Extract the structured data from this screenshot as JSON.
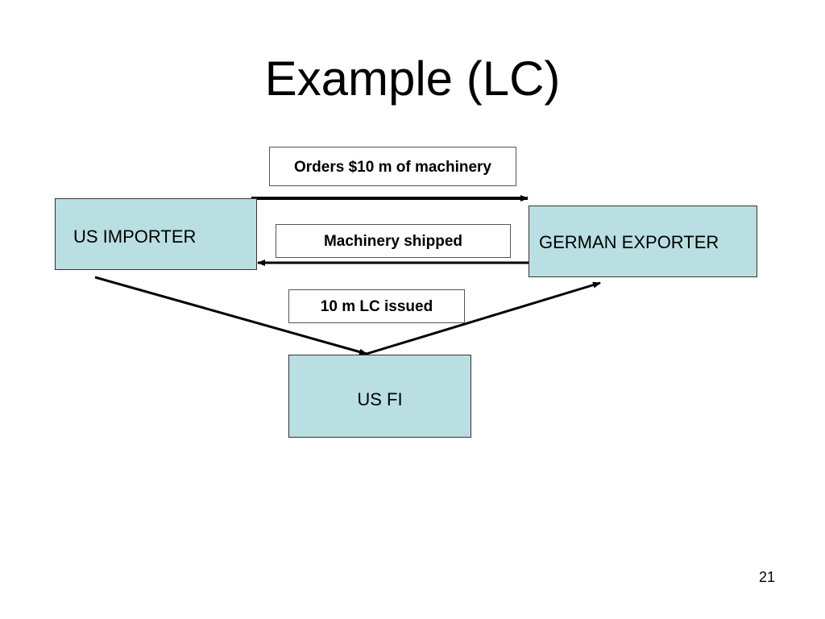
{
  "slide": {
    "title": "Example (LC)",
    "page_number": "21"
  },
  "diagram": {
    "nodes": {
      "importer": "US IMPORTER",
      "exporter": "GERMAN EXPORTER",
      "fi": "US FI"
    },
    "edges": {
      "orders": "Orders $10 m of machinery",
      "shipped": "Machinery shipped",
      "lc_issued": "10 m LC issued"
    },
    "colors": {
      "node_fill": "#b9dfe3",
      "arrow": "#000000"
    }
  }
}
